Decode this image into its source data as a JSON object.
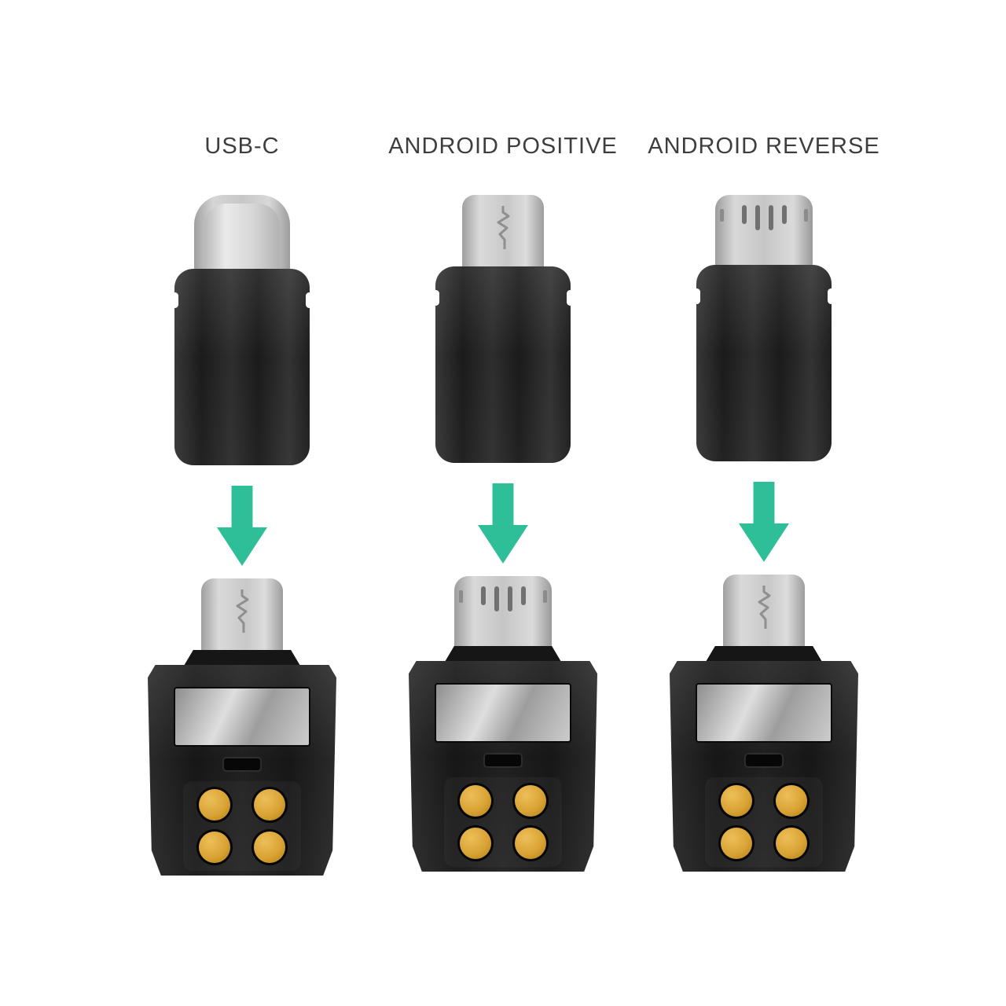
{
  "title": "Smartphone adapter connector types diagram",
  "colors": {
    "background": "#ffffff",
    "arrow_green": "#2ebf98",
    "housing_black": "#1a1a1a",
    "connector_silver": "#c8c8c8",
    "metal_window_gray": "#bdbdbd",
    "pin_gold": "#d9a33c",
    "label_text": "#3e3e3e"
  },
  "icons": {
    "arrow": "down-arrow"
  },
  "columns": [
    {
      "label": "USB-C",
      "top_connector": "usb-c",
      "bottom_plug": "micro-usb-back",
      "arrow_icon": "down-arrow"
    },
    {
      "label": "ANDROID POSITIVE",
      "top_connector": "micro-usb-back",
      "bottom_plug": "micro-usb-front",
      "arrow_icon": "down-arrow"
    },
    {
      "label": "ANDROID REVERSE",
      "top_connector": "micro-usb-front",
      "bottom_plug": "micro-usb-back",
      "arrow_icon": "down-arrow"
    }
  ]
}
